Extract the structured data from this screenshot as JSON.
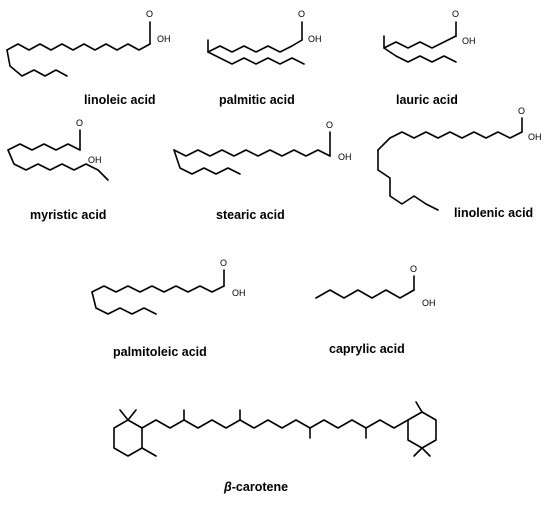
{
  "compounds": {
    "linoleic": {
      "name": "linoleic acid"
    },
    "palmitic": {
      "name": "palmitic acid"
    },
    "lauric": {
      "name": "lauric acid"
    },
    "myristic": {
      "name": "myristic acid"
    },
    "stearic": {
      "name": "stearic acid"
    },
    "linolenic": {
      "name": "linolenic acid"
    },
    "palmitoleic": {
      "name": "palmitoleic acid"
    },
    "caprylic": {
      "name": "caprylic acid"
    },
    "carotene": {
      "greek": "β",
      "suffix": "-carotene"
    }
  },
  "atoms": {
    "oxygen": "O",
    "hydroxyl": "OH"
  }
}
